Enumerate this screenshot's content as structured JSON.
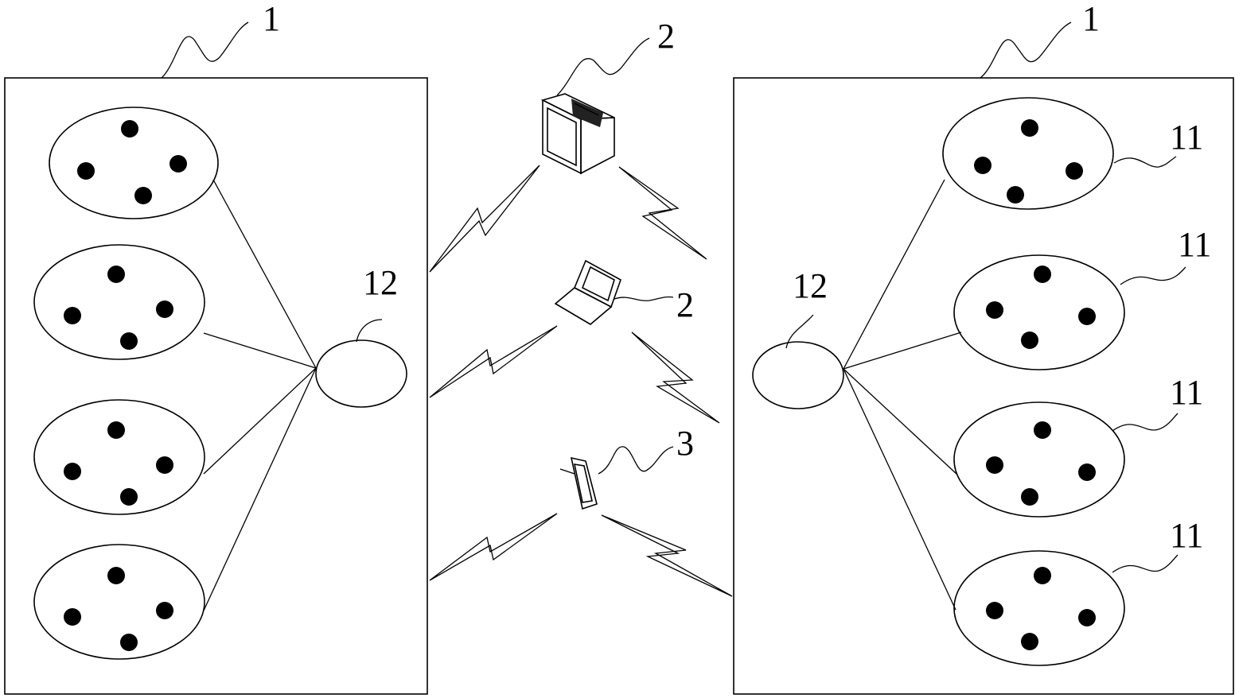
{
  "labels": {
    "left_system": "1",
    "right_system": "1",
    "computer_top": "2",
    "laptop": "2",
    "mobile": "3",
    "left_hub": "12",
    "right_hub": "12",
    "right_group_1": "11",
    "right_group_2": "11",
    "right_group_3": "11",
    "right_group_4": "11"
  },
  "icons": {
    "computer": "desktop-computer-icon",
    "laptop": "laptop-icon",
    "mobile": "mobile-phone-icon"
  }
}
